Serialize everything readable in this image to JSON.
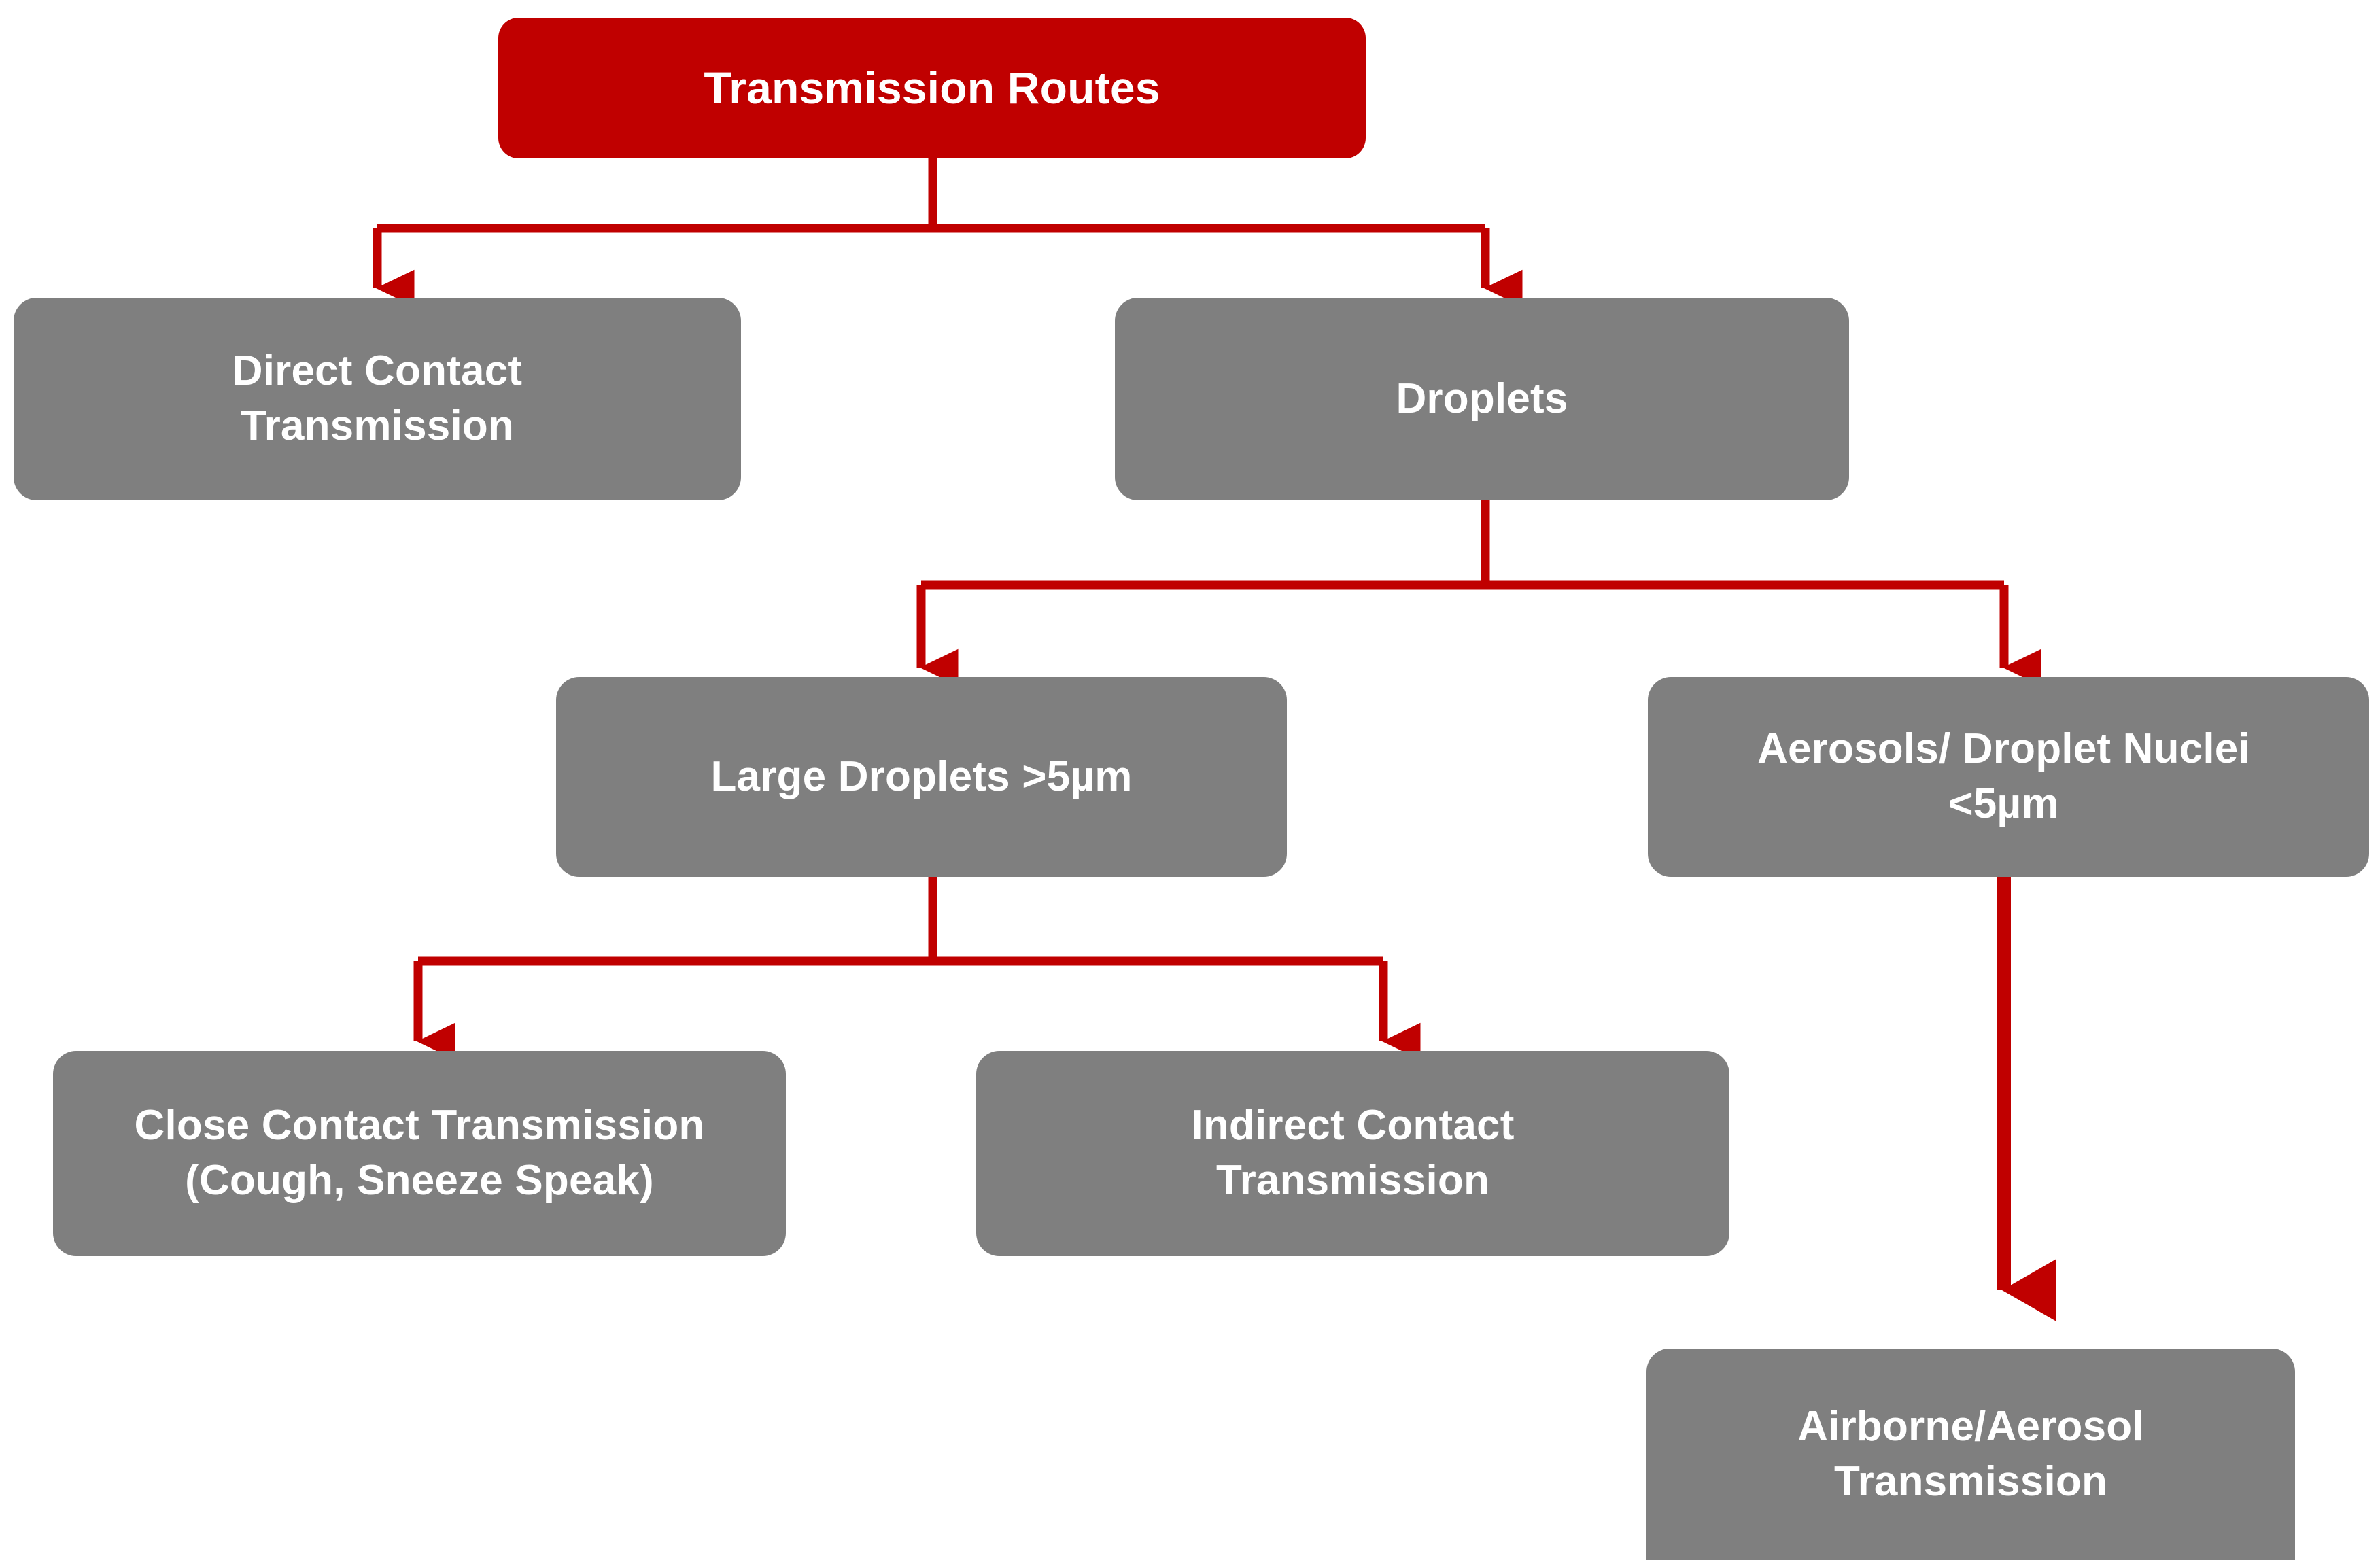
{
  "diagram": {
    "title": "Transmission Routes",
    "colors": {
      "root_fill": "#C00000",
      "node_fill": "#7F7F7F",
      "connector": "#C00000",
      "text": "#FFFFFF",
      "background": "#FFFFFF"
    },
    "nodes": {
      "root": {
        "label": "Transmission Routes"
      },
      "direct_contact": {
        "label": "Direct Contact\nTransmission"
      },
      "droplets": {
        "label": "Droplets"
      },
      "large_droplets": {
        "label": "Large Droplets >5µm"
      },
      "aerosols": {
        "label": "Aerosols/ Droplet Nuclei\n<5µm"
      },
      "close_contact": {
        "label": "Close Contact Transmission\n(Cough, Sneeze Speak)"
      },
      "indirect_contact": {
        "label": "Indirect Contact\nTransmission"
      },
      "airborne": {
        "label": "Airborne/Aerosol\nTransmission"
      }
    },
    "edges": [
      {
        "from": "root",
        "to": "direct_contact"
      },
      {
        "from": "root",
        "to": "droplets"
      },
      {
        "from": "droplets",
        "to": "large_droplets"
      },
      {
        "from": "droplets",
        "to": "aerosols"
      },
      {
        "from": "large_droplets",
        "to": "close_contact"
      },
      {
        "from": "large_droplets",
        "to": "indirect_contact"
      },
      {
        "from": "aerosols",
        "to": "airborne"
      }
    ]
  }
}
